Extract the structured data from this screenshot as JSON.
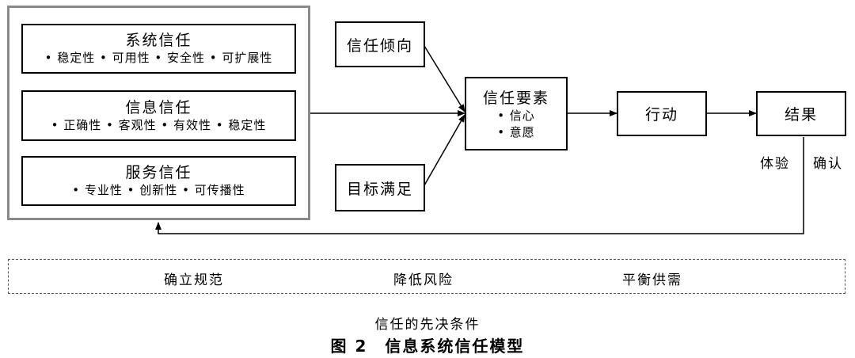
{
  "trust_groups": [
    {
      "title": "系统信任",
      "items": "• 稳定性 • 可用性 • 安全性 • 可扩展性"
    },
    {
      "title": "信息信任",
      "items": "• 正确性 • 客观性 • 有效性 • 稳定性"
    },
    {
      "title": "服务信任",
      "items": "• 专业性 • 创新性 • 可传播性"
    }
  ],
  "nodes": {
    "trust_tendency": "信任倾向",
    "goal_satisfaction": "目标满足",
    "trust_elements": {
      "title": "信任要素",
      "items": [
        "• 信心",
        "• 意愿"
      ]
    },
    "action": "行动",
    "result": "结果"
  },
  "edge_labels": {
    "experience": "体验",
    "confirm": "确认"
  },
  "preconditions": {
    "items": [
      "确立规范",
      "降低风险",
      "平衡供需"
    ],
    "label": "信任的先决条件"
  },
  "caption": "图 2　信息系统信任模型"
}
